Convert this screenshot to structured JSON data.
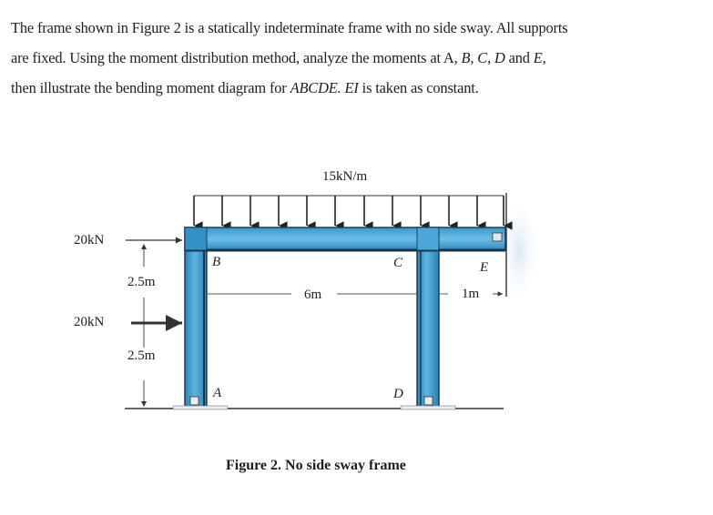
{
  "problem": {
    "line1": "The frame shown in Figure 2 is a statically indeterminate frame with no side sway. All supports",
    "line2_pre": "are fixed. Using the moment distribution method, analyze the moments at A, ",
    "line2_B": "B",
    "line2_sep1": ", ",
    "line2_C": "C",
    "line2_sep2": ", ",
    "line2_D": "D",
    "line2_and": " and ",
    "line2_E": "E",
    "line2_end": ",",
    "line3_pre": "then illustrate the bending moment diagram for ",
    "line3_ABCDE": "ABCDE.",
    "line3_sp": " ",
    "line3_EI": "EI",
    "line3_end": " is taken as constant."
  },
  "figure": {
    "udl_label": "15kN/m",
    "load_top": "20kN",
    "load_mid": "20kN",
    "dim_upper": "2.5m",
    "dim_lower": "2.5m",
    "span_label": "6m",
    "overhang_label": "1m",
    "node_A": "A",
    "node_B": "B",
    "node_C": "C",
    "node_D": "D",
    "node_E": "E",
    "member_color": "#3f9fd0",
    "member_dark": "#1f6f9c",
    "caption": "Figure 2. No side sway frame"
  }
}
